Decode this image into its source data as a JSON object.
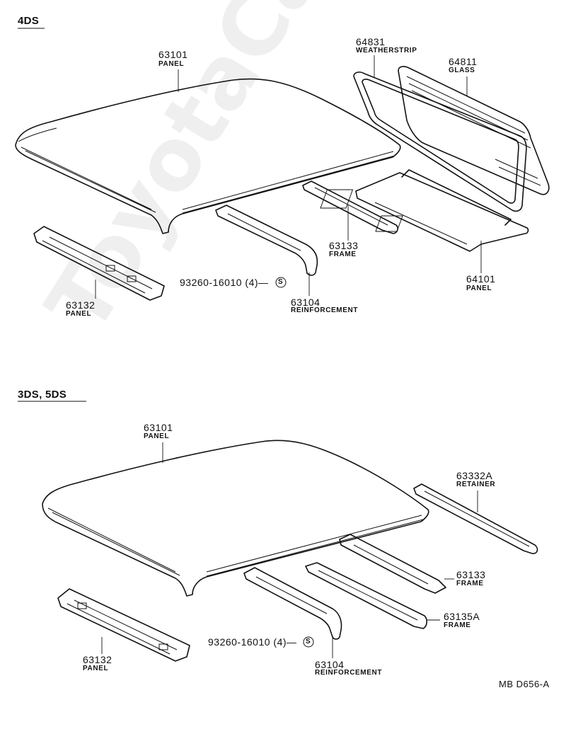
{
  "sections": {
    "top": {
      "title": "4DS"
    },
    "bottom": {
      "title": "3DS, 5DS"
    }
  },
  "top_parts": {
    "p63101": {
      "number": "63101",
      "name": "PANEL"
    },
    "p64831": {
      "number": "64831",
      "name": "WEATHERSTRIP"
    },
    "p64811": {
      "number": "64811",
      "name": "GLASS"
    },
    "p63132": {
      "number": "63132",
      "name": "PANEL"
    },
    "p63133": {
      "number": "63133",
      "name": "FRAME"
    },
    "p64101": {
      "number": "64101",
      "name": "PANEL"
    },
    "p63104": {
      "number": "63104",
      "name": "REINFORCEMENT"
    },
    "screw": {
      "code": "93260-16010 (4)—",
      "symbol": "S"
    }
  },
  "bottom_parts": {
    "p63101": {
      "number": "63101",
      "name": "PANEL"
    },
    "p63332A": {
      "number": "63332A",
      "name": "RETAINER"
    },
    "p63133": {
      "number": "63133",
      "name": "FRAME"
    },
    "p63135A": {
      "number": "63135A",
      "name": "FRAME"
    },
    "p63132": {
      "number": "63132",
      "name": "PANEL"
    },
    "p63104": {
      "number": "63104",
      "name": "REINFORCEMENT"
    },
    "screw": {
      "code": "93260-16010 (4)—",
      "symbol": "S"
    }
  },
  "diagram_code": "MB D656-A",
  "watermark": "ToyotaCarMini.ru"
}
